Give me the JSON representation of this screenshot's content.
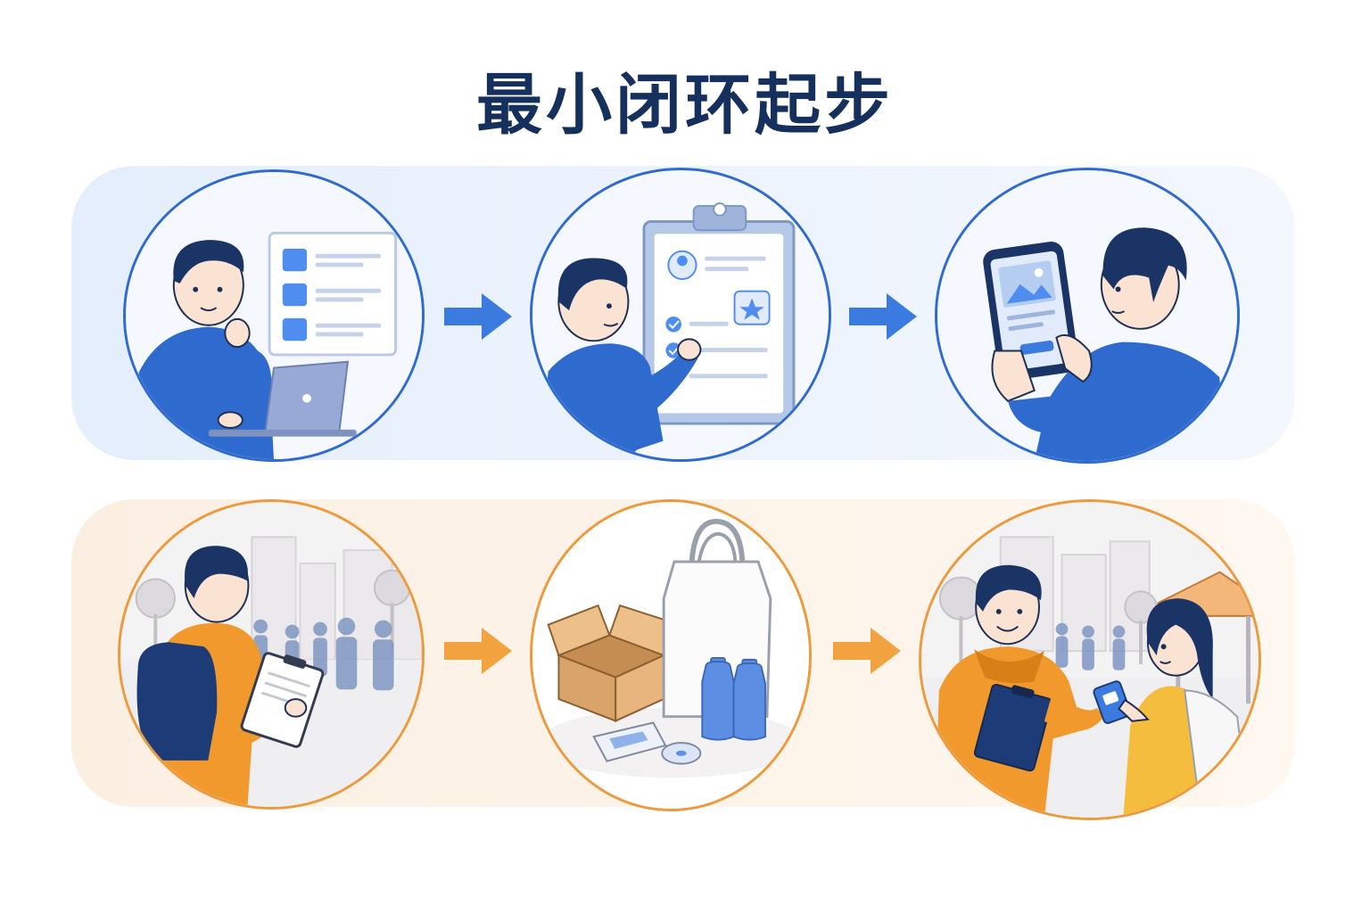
{
  "title": "最小闭环起步",
  "colors": {
    "title": "#16305e",
    "blue_accent": "#2f6bcf",
    "orange_accent": "#ec9a3c",
    "blue_band": "#e9f1fc",
    "orange_band": "#fdf3e8"
  },
  "rows": [
    {
      "theme": "blue",
      "steps": [
        {
          "icon": "person-laptop-planning-icon"
        },
        {
          "icon": "person-clipboard-checklist-icon"
        },
        {
          "icon": "person-smartphone-icon"
        }
      ]
    },
    {
      "theme": "orange",
      "steps": [
        {
          "icon": "person-clipboard-street-survey-icon"
        },
        {
          "icon": "box-bag-bottles-samples-icon"
        },
        {
          "icon": "person-handing-card-to-customer-icon"
        }
      ]
    }
  ]
}
